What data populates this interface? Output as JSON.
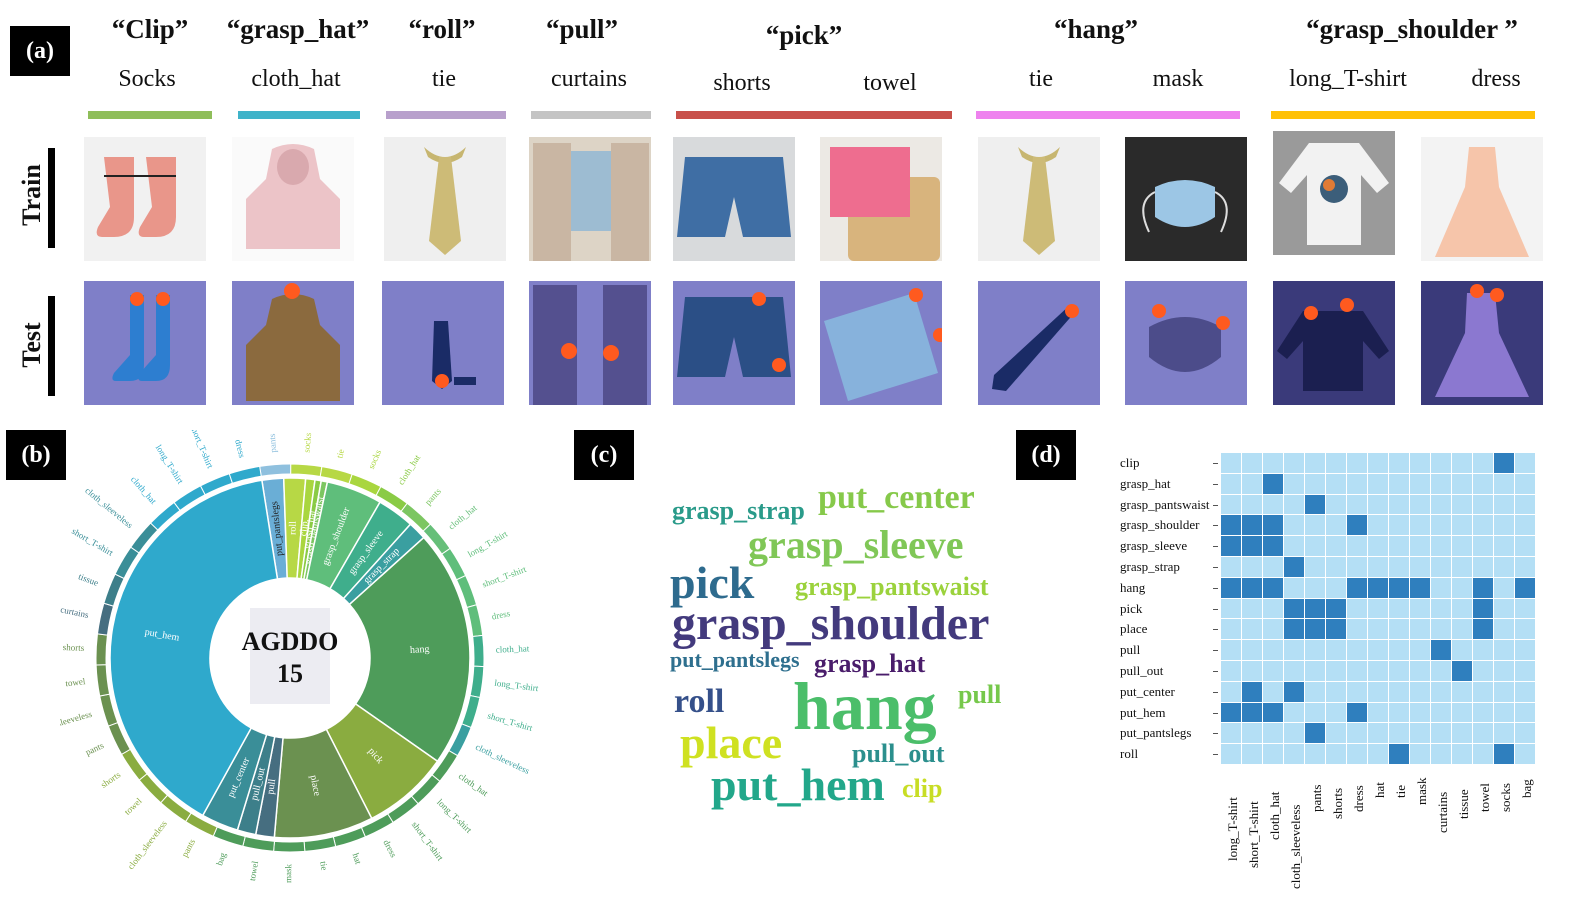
{
  "panels": {
    "a": "(a)",
    "b": "(b)",
    "c": "(c)",
    "d": "(d)"
  },
  "row_labels": {
    "train": "Train",
    "test": "Test"
  },
  "groups": [
    {
      "action": "“Clip”",
      "objects": [
        "Socks"
      ],
      "color": "#8fbe5a"
    },
    {
      "action": "“grasp_hat”",
      "objects": [
        "cloth_hat"
      ],
      "color": "#3fb3c9"
    },
    {
      "action": "“roll”",
      "objects": [
        "tie"
      ],
      "color": "#b8a0cc"
    },
    {
      "action": "“pull”",
      "objects": [
        "curtains"
      ],
      "color": "#c4c4c4"
    },
    {
      "action": "“pick”",
      "objects": [
        "shorts",
        "towel"
      ],
      "color": "#c8504a"
    },
    {
      "action": "“hang”",
      "objects": [
        "tie",
        "mask"
      ],
      "color": "#ee82ee"
    },
    {
      "action": "“grasp_shoulder ”",
      "objects": [
        "long_T-shirt",
        "dress"
      ],
      "color": "#ffc107"
    }
  ],
  "sunburst": {
    "center": [
      "AGDDO",
      "15"
    ],
    "inner": [
      {
        "label": "put_pantslegs",
        "color": "#6aaed6"
      },
      {
        "label": "roll",
        "color": "#b7d845"
      },
      {
        "label": "clip",
        "color": "#a9d63f"
      },
      {
        "label": "grasp_hat",
        "color": "#8acb45"
      },
      {
        "label": "grasp_pantswaist",
        "color": "#7cc661"
      },
      {
        "label": "grasp_shoulder",
        "color": "#5fbe7b"
      },
      {
        "label": "grasp_sleeve",
        "color": "#3fae8c"
      },
      {
        "label": "grasp_strap",
        "color": "#3a9fa0"
      },
      {
        "label": "hang",
        "color": "#4e9c5a"
      },
      {
        "label": "pick",
        "color": "#8aac40"
      },
      {
        "label": "place",
        "color": "#6b9150"
      },
      {
        "label": "pull",
        "color": "#466e80"
      },
      {
        "label": "pull_out",
        "color": "#3d7f8a"
      },
      {
        "label": "put_center",
        "color": "#3a8e98"
      },
      {
        "label": "put_hem",
        "color": "#2fa9cc"
      }
    ],
    "outer": [
      "pants",
      "socks",
      "tie",
      "socks",
      "cloth_hat",
      "pants",
      "cloth_hat",
      "long_T-shirt",
      "short_T-shirt",
      "dress",
      "cloth_hat",
      "long_T-shirt",
      "short_T-shirt",
      "cloth_sleeveless",
      "cloth_hat",
      "long_T-shirt",
      "short_T-shirt",
      "dress",
      "hat",
      "tie",
      "mask",
      "towel",
      "bag",
      "pants",
      "cloth_sleeveless",
      "towel",
      "shorts",
      "pants",
      "cloth_sleeveless",
      "towel",
      "shorts",
      "curtains",
      "tissue",
      "short_T-shirt",
      "cloth_sleeveless",
      "cloth_hat",
      "long_T-shirt",
      "short_T-shirt",
      "dress"
    ]
  },
  "wordcloud": [
    {
      "text": "grasp_strap",
      "color": "#2a9b8a",
      "size": 26
    },
    {
      "text": "put_center",
      "color": "#86c94a",
      "size": 34
    },
    {
      "text": "grasp_sleeve",
      "color": "#80c757",
      "size": 40
    },
    {
      "text": "pick",
      "color": "#2e6b8e",
      "size": 46
    },
    {
      "text": "grasp_pantswaist",
      "color": "#9bd23c",
      "size": 26
    },
    {
      "text": "grasp_shoulder",
      "color": "#433a7d",
      "size": 48
    },
    {
      "text": "put_pantslegs",
      "color": "#2e6f8e",
      "size": 22
    },
    {
      "text": "grasp_hat",
      "color": "#4a1d6b",
      "size": 26
    },
    {
      "text": "roll",
      "color": "#35508a",
      "size": 34
    },
    {
      "text": "hang",
      "color": "#4bbe6a",
      "size": 68
    },
    {
      "text": "pull",
      "color": "#76c84b",
      "size": 26
    },
    {
      "text": "place",
      "color": "#cfe121",
      "size": 46
    },
    {
      "text": "pull_out",
      "color": "#2b8f8d",
      "size": 26
    },
    {
      "text": "put_hem",
      "color": "#22a78a",
      "size": 46
    },
    {
      "text": "clip",
      "color": "#c8dd25",
      "size": 26
    }
  ],
  "heatmap": {
    "rows": [
      "clip",
      "grasp_hat",
      "grasp_pantswaist",
      "grasp_shoulder",
      "grasp_sleeve",
      "grasp_strap",
      "hang",
      "pick",
      "place",
      "pull",
      "pull_out",
      "put_center",
      "put_hem",
      "put_pantslegs",
      "roll"
    ],
    "cols": [
      "long_T-shirt",
      "short_T-shirt",
      "cloth_hat",
      "cloth_sleeveless",
      "pants",
      "shorts",
      "dress",
      "hat",
      "tie",
      "mask",
      "curtains",
      "tissue",
      "towel",
      "socks",
      "bag"
    ],
    "matrix": [
      [
        0,
        0,
        0,
        0,
        0,
        0,
        0,
        0,
        0,
        0,
        0,
        0,
        0,
        1,
        0
      ],
      [
        0,
        0,
        1,
        0,
        0,
        0,
        0,
        0,
        0,
        0,
        0,
        0,
        0,
        0,
        0
      ],
      [
        0,
        0,
        0,
        0,
        1,
        0,
        0,
        0,
        0,
        0,
        0,
        0,
        0,
        0,
        0
      ],
      [
        1,
        1,
        1,
        0,
        0,
        0,
        1,
        0,
        0,
        0,
        0,
        0,
        0,
        0,
        0
      ],
      [
        1,
        1,
        1,
        0,
        0,
        0,
        0,
        0,
        0,
        0,
        0,
        0,
        0,
        0,
        0
      ],
      [
        0,
        0,
        0,
        1,
        0,
        0,
        0,
        0,
        0,
        0,
        0,
        0,
        0,
        0,
        0
      ],
      [
        1,
        1,
        1,
        0,
        0,
        0,
        1,
        1,
        1,
        1,
        0,
        0,
        1,
        0,
        1
      ],
      [
        0,
        0,
        0,
        1,
        1,
        1,
        0,
        0,
        0,
        0,
        0,
        0,
        1,
        0,
        0
      ],
      [
        0,
        0,
        0,
        1,
        1,
        1,
        0,
        0,
        0,
        0,
        0,
        0,
        1,
        0,
        0
      ],
      [
        0,
        0,
        0,
        0,
        0,
        0,
        0,
        0,
        0,
        0,
        1,
        0,
        0,
        0,
        0
      ],
      [
        0,
        0,
        0,
        0,
        0,
        0,
        0,
        0,
        0,
        0,
        0,
        1,
        0,
        0,
        0
      ],
      [
        0,
        1,
        0,
        1,
        0,
        0,
        0,
        0,
        0,
        0,
        0,
        0,
        0,
        0,
        0
      ],
      [
        1,
        1,
        1,
        0,
        0,
        0,
        1,
        0,
        0,
        0,
        0,
        0,
        0,
        0,
        0
      ],
      [
        0,
        0,
        0,
        0,
        1,
        0,
        0,
        0,
        0,
        0,
        0,
        0,
        0,
        0,
        0
      ],
      [
        0,
        0,
        0,
        0,
        0,
        0,
        0,
        0,
        1,
        0,
        0,
        0,
        0,
        1,
        0
      ]
    ],
    "colors": {
      "on": "#2f7fbe",
      "off": "#b4dff5"
    }
  }
}
